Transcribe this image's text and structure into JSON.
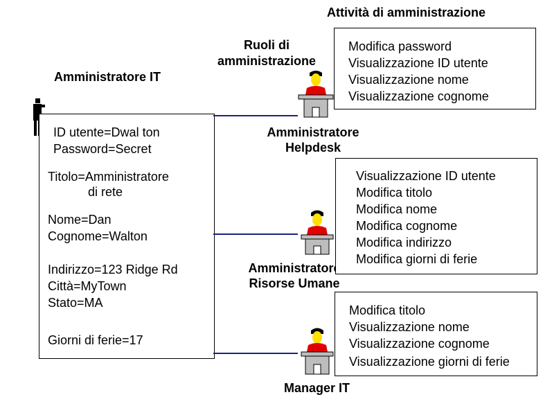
{
  "labels": {
    "activities_title": "Attività di amministrazione",
    "roles_title_line1": "Ruoli di",
    "roles_title_line2": "amministrazione",
    "it_admin_title": "Amministratore IT",
    "helpdesk_line1": "Amministratore",
    "helpdesk_line2": "Helpdesk",
    "hr_line1": "Amministratore",
    "hr_line2": "Risorse Umane",
    "manager": "Manager IT"
  },
  "user_record": {
    "id": "ID utente=Dwal ton",
    "password": "Password=Secret",
    "title_line1": "Titolo=Amministratore",
    "title_line2": "di rete",
    "first_name": "Nome=Dan",
    "last_name": "Cognome=Walton",
    "address": "Indirizzo=123 Ridge Rd",
    "city": "Città=MyTown",
    "state": "Stato=MA",
    "vacation": "Giorni di ferie=17"
  },
  "activities": {
    "helpdesk": [
      "Modifica password",
      "Visualizzazione ID utente",
      "Visualizzazione nome",
      "Visualizzazione cognome"
    ],
    "hr": [
      "Visualizzazione ID utente",
      "Modifica titolo",
      "Modifica nome",
      "Modifica cognome",
      "Modifica indirizzo",
      "Modifica giorni di ferie"
    ],
    "manager": [
      "Modifica titolo",
      "Visualizzazione nome",
      "Visualizzazione cognome",
      "Visualizzazione giorni di ferie"
    ]
  },
  "colors": {
    "connector": "#1a237e",
    "shirt": "#e00000",
    "face": "#ffe000",
    "hair": "#000000",
    "desk": "#bdbdbd",
    "person": "#000000"
  }
}
